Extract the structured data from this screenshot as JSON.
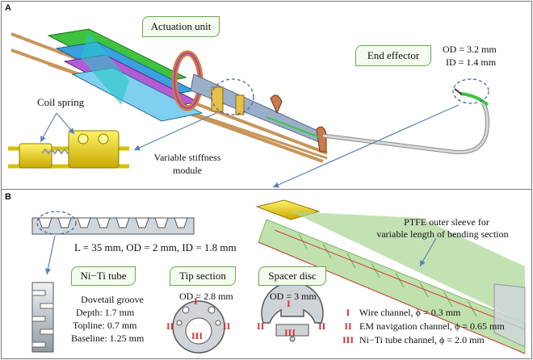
{
  "panel_a": {
    "label": "A",
    "callouts": {
      "actuation": "Actuation unit",
      "end_effector": "End effector"
    },
    "od_text": "OD = 3.2 mm",
    "id_text": "ID = 1.4 mm",
    "coil_spring": "Coil spring",
    "vsm_line1": "Variable stiffness",
    "vsm_line2": "module"
  },
  "panel_b": {
    "label": "B",
    "dimension_text": "L = 35 mm, OD = 2 mm, ID = 1.8 mm",
    "callouts": {
      "niti": "Ni−Ti tube",
      "tip": "Tip section",
      "spacer": "Spacer disc"
    },
    "dovetail": {
      "title": "Dovetail groove",
      "depth": "Depth: 1.7 mm",
      "topline": "Topline: 0.7 mm",
      "baseline": "Baseline: 1.25 mm"
    },
    "tip_od": "OD = 2.8 mm",
    "spacer_od": "OD = 3 mm",
    "ptfe_line1": "PTFE outer sleeve for",
    "ptfe_line2": "variable length of bending section",
    "legend": [
      {
        "numeral": "I",
        "text": "Wire channel, ϕ = 0.3 mm"
      },
      {
        "numeral": "II",
        "text": "EM navigation channel, ϕ = 0.65 mm"
      },
      {
        "numeral": "III",
        "text": "Ni−Ti tube channel, ϕ = 2.0 mm"
      }
    ]
  },
  "colors": {
    "accent_green": "#6aa84f",
    "roman_red": "#d32f2f",
    "arrow_blue": "#5b7fb5"
  }
}
